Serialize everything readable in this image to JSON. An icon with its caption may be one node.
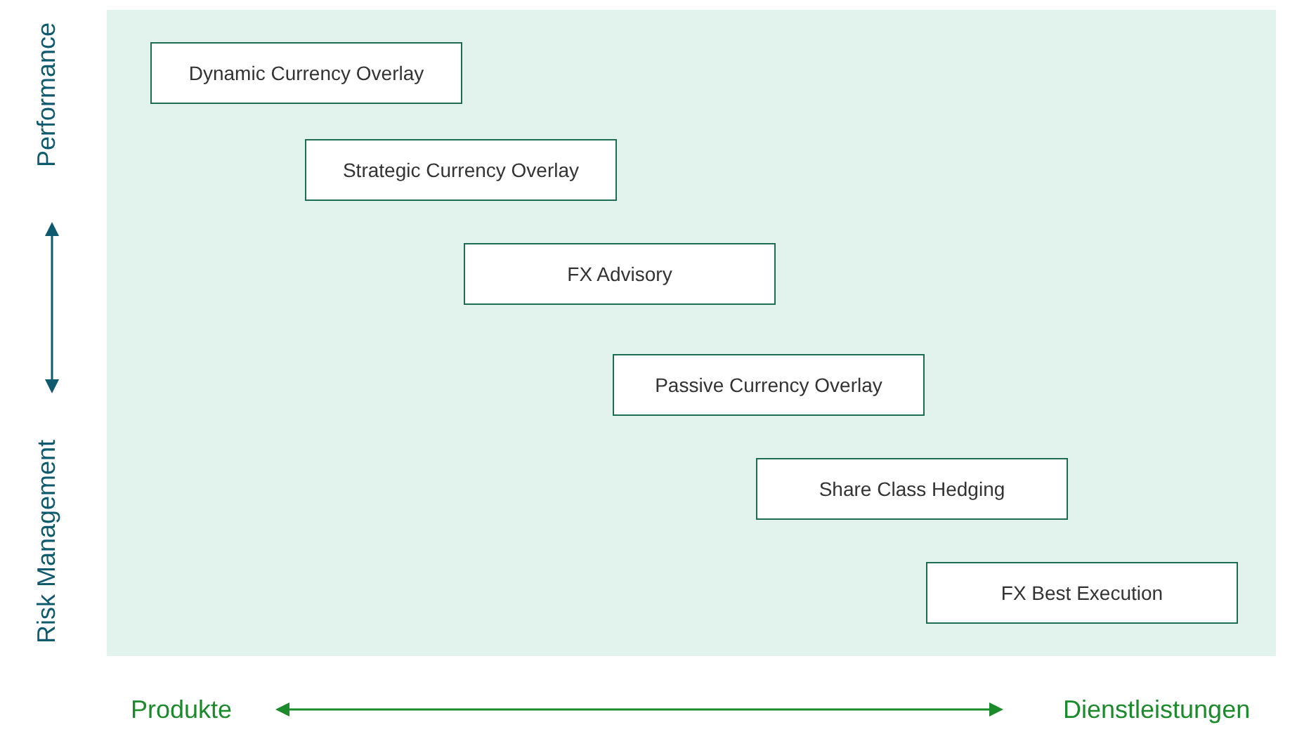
{
  "diagram": {
    "nodes": [
      {
        "text": [
          "Dynamic Currency Overlay"
        ]
      },
      {
        "text": [
          "Strategic Currency Overlay"
        ]
      },
      {
        "text": [
          "FX Advisory"
        ]
      },
      {
        "text": [
          "Passive Currency Overlay"
        ]
      },
      {
        "text": [
          "Share Class Hedging"
        ]
      },
      {
        "text": [
          "FX Best Execution"
        ]
      }
    ],
    "labels": [
      "Performance",
      "Risk Management",
      "Produkte",
      "Dienstleistungen"
    ]
  }
}
